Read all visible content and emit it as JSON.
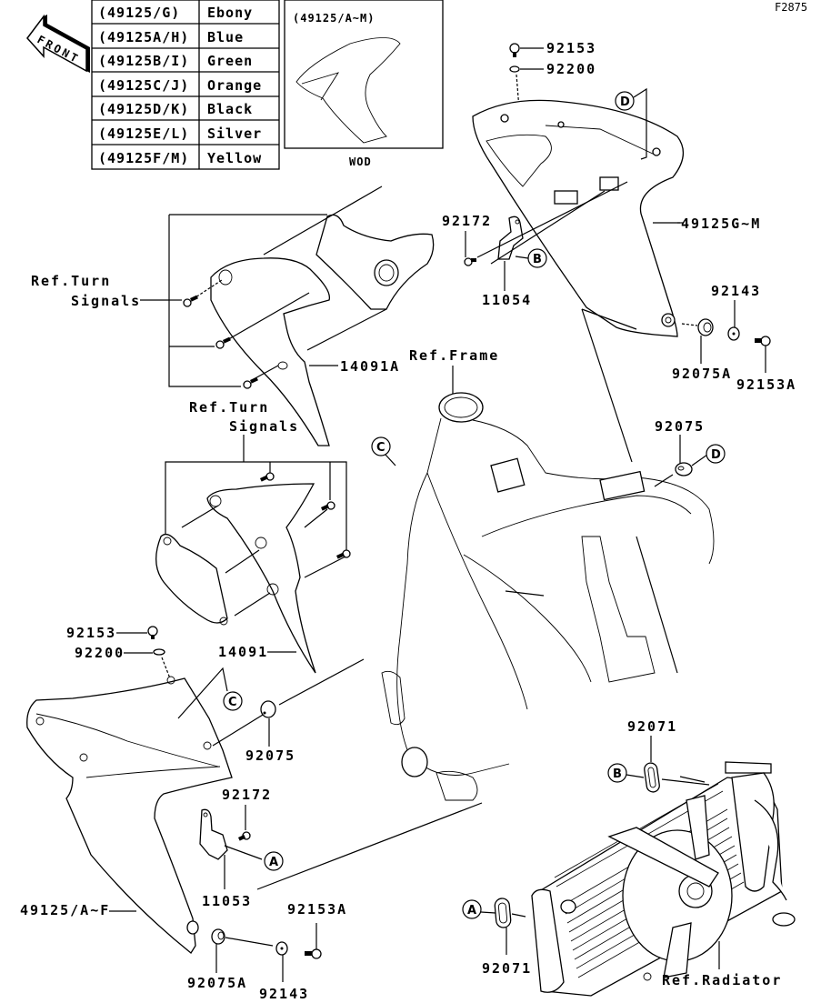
{
  "figure_code": "F2875",
  "color_table": {
    "rows": [
      {
        "part": "(49125/G)",
        "color": "Ebony"
      },
      {
        "part": "(49125A/H)",
        "color": "Blue"
      },
      {
        "part": "(49125B/I)",
        "color": "Green"
      },
      {
        "part": "(49125C/J)",
        "color": "Orange"
      },
      {
        "part": "(49125D/K)",
        "color": "Black"
      },
      {
        "part": "(49125E/L)",
        "color": "Silver"
      },
      {
        "part": "(49125F/M)",
        "color": "Yellow"
      }
    ]
  },
  "inset": {
    "title": "(49125/A~M)",
    "caption": "WOD"
  },
  "front_arrow": "FRONT",
  "references": {
    "turn_signals_upper_line1": "Ref.Turn",
    "turn_signals_upper_line2": "Signals",
    "turn_signals_lower_line1": "Ref.Turn",
    "turn_signals_lower_line2": "Signals",
    "frame": "Ref.Frame",
    "radiator": "Ref.Radiator"
  },
  "part_labels": {
    "p92153_top": "92153",
    "p92200_top": "92200",
    "p92172_top": "92172",
    "p11054": "11054",
    "p49125GM": "49125G~M",
    "p92143_top": "92143",
    "p92075A_top": "92075A",
    "p92153A_top": "92153A",
    "p14091A": "14091A",
    "p92075_right": "92075",
    "p14091": "14091",
    "p92153_left": "92153",
    "p92200_left": "92200",
    "p92075_left": "92075",
    "p92172_bottom": "92172",
    "p11053": "11053",
    "p49125AF": "49125/A~F",
    "p92153A_bottom": "92153A",
    "p92075A_bottom": "92075A",
    "p92143_bottom": "92143",
    "p92071_top": "92071",
    "p92071_bottom": "92071"
  },
  "callouts": {
    "A1": "A",
    "A2": "A",
    "B1": "B",
    "B2": "B",
    "C1": "C",
    "C2": "C",
    "D1": "D",
    "D2": "D"
  }
}
